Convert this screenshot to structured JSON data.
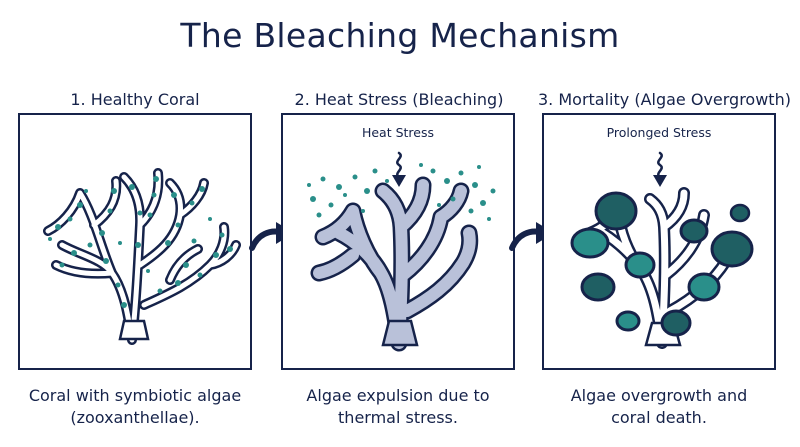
{
  "title": "The Bleaching Mechanism",
  "panels": [
    {
      "heading": "1. Healthy Coral",
      "stress_label": "",
      "caption_line1": "Coral with symbiotic algae",
      "caption_line2": "(zooxanthellae)."
    },
    {
      "heading": "2. Heat Stress (Bleaching)",
      "stress_label": "Heat Stress",
      "caption_line1": "Algae expulsion due to",
      "caption_line2": "thermal stress."
    },
    {
      "heading": "3. Mortality (Algae Overgrowth)",
      "stress_label": "Prolonged Stress",
      "caption_line1": "Algae overgrowth and",
      "caption_line2": "coral death."
    }
  ],
  "colors": {
    "outline": "#16234a",
    "algae_teal": "#2a8f8a",
    "bleached_coral": "#b9c1d9",
    "overgrowth": "#1f5f63"
  }
}
